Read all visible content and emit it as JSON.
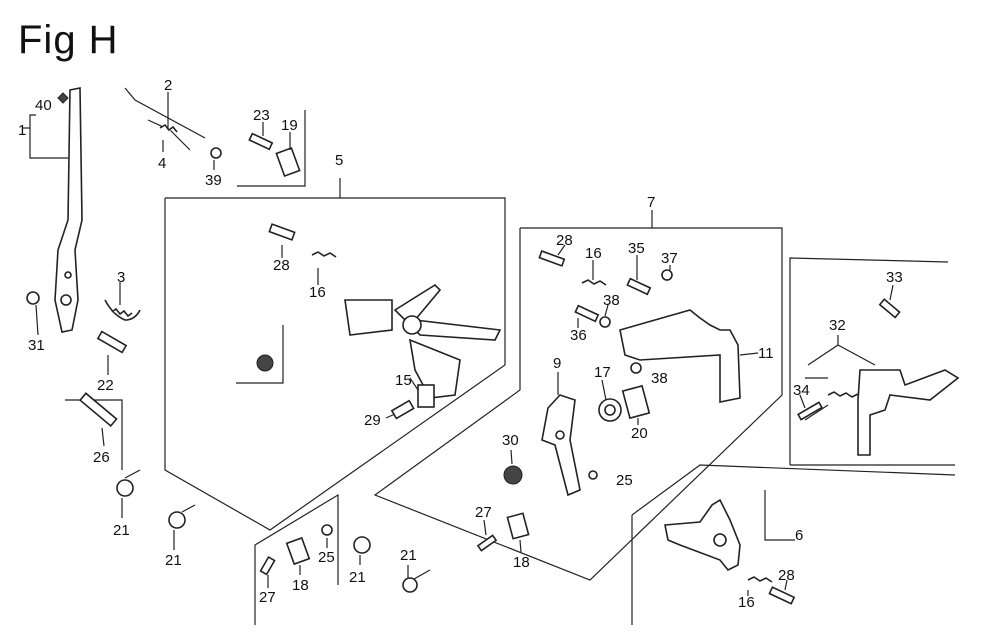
{
  "title": "Fig H",
  "labels": {
    "p1": "1",
    "p40": "40",
    "p2": "2",
    "p4": "4",
    "p39": "39",
    "p23": "23",
    "p19": "19",
    "p5": "5",
    "p28a": "28",
    "p16a": "16",
    "p31": "31",
    "p3": "3",
    "p22": "22",
    "p26": "26",
    "p21a": "21",
    "p21b": "21",
    "p15": "15",
    "p29": "29",
    "p27a": "27",
    "p18a": "18",
    "p25a": "25",
    "p21c": "21",
    "p21d": "21",
    "p7": "7",
    "p28b": "28",
    "p16b": "16",
    "p35": "35",
    "p37": "37",
    "p38a": "38",
    "p36": "36",
    "p11": "11",
    "p9": "9",
    "p17": "17",
    "p38b": "38",
    "p20": "20",
    "p30": "30",
    "p25b": "25",
    "p27b": "27",
    "p18b": "18",
    "p33": "33",
    "p32": "32",
    "p34": "34",
    "p6": "6",
    "p16c": "16",
    "p28c": "28"
  }
}
